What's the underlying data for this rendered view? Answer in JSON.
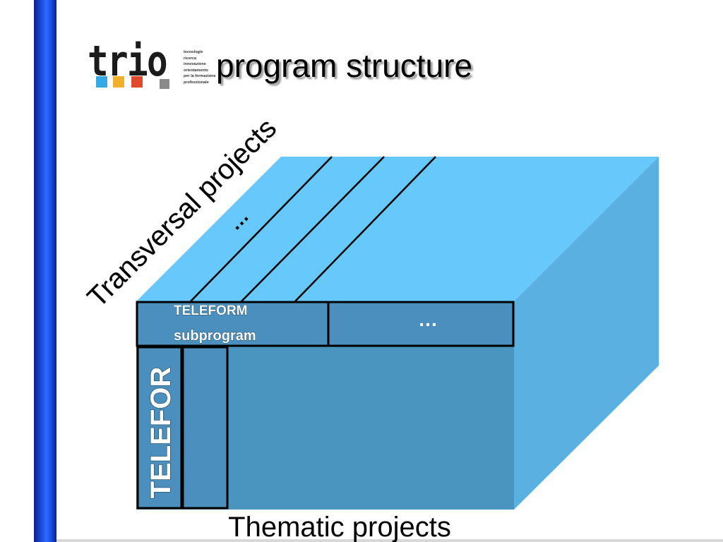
{
  "header": {
    "logo_word": "trio",
    "logo_tagline": [
      "tecnologie",
      "ricerca",
      "innovazione",
      "orientamento",
      "per la formazione",
      "professionale"
    ],
    "title": "program structure"
  },
  "diagram": {
    "transversal_label": "Transversal projects",
    "top_ellipsis": "…",
    "subprogram_line1": "TELEFORM",
    "subprogram_line2": "subprogram",
    "front_ellipsis": "…",
    "vertical_label": "TELEFOR",
    "thematic_label": "Thematic projects"
  },
  "colors": {
    "top_face": "#66c8fb",
    "right_face": "#5ab0e0",
    "front_face": "#4a95c0",
    "outline": "#000000",
    "sidebar_blue": "#1a4fe0",
    "logo_squares": [
      "#35a9e6",
      "#f0b02a",
      "#e04a2a",
      "#8a8a8a"
    ]
  }
}
